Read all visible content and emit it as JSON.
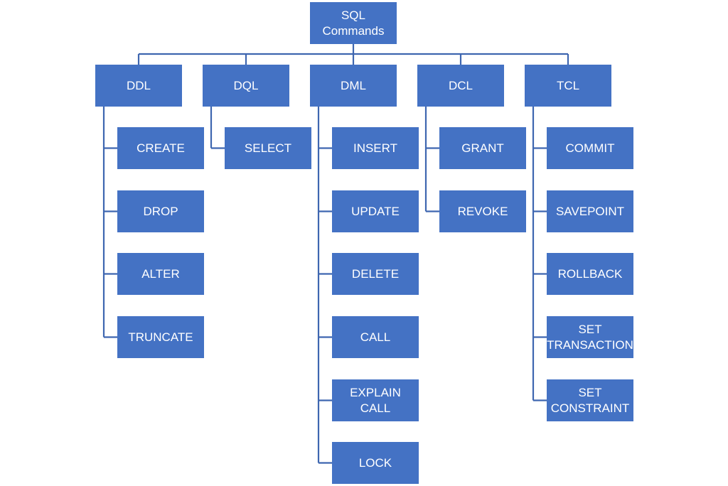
{
  "diagram": {
    "accent_color": "#4472c4",
    "root": "SQL\nCommands",
    "categories": [
      {
        "key": "ddl",
        "label": "DDL",
        "items": [
          "CREATE",
          "DROP",
          "ALTER",
          "TRUNCATE"
        ]
      },
      {
        "key": "dql",
        "label": "DQL",
        "items": [
          "SELECT"
        ]
      },
      {
        "key": "dml",
        "label": "DML",
        "items": [
          "INSERT",
          "UPDATE",
          "DELETE",
          "CALL",
          "EXPLAIN CALL",
          "LOCK"
        ]
      },
      {
        "key": "dcl",
        "label": "DCL",
        "items": [
          "GRANT",
          "REVOKE"
        ]
      },
      {
        "key": "tcl",
        "label": "TCL",
        "items": [
          "COMMIT",
          "SAVEPOINT",
          "ROLLBACK",
          "SET\nTRANSACTION",
          "SET\nCONSTRAINT"
        ]
      }
    ]
  }
}
